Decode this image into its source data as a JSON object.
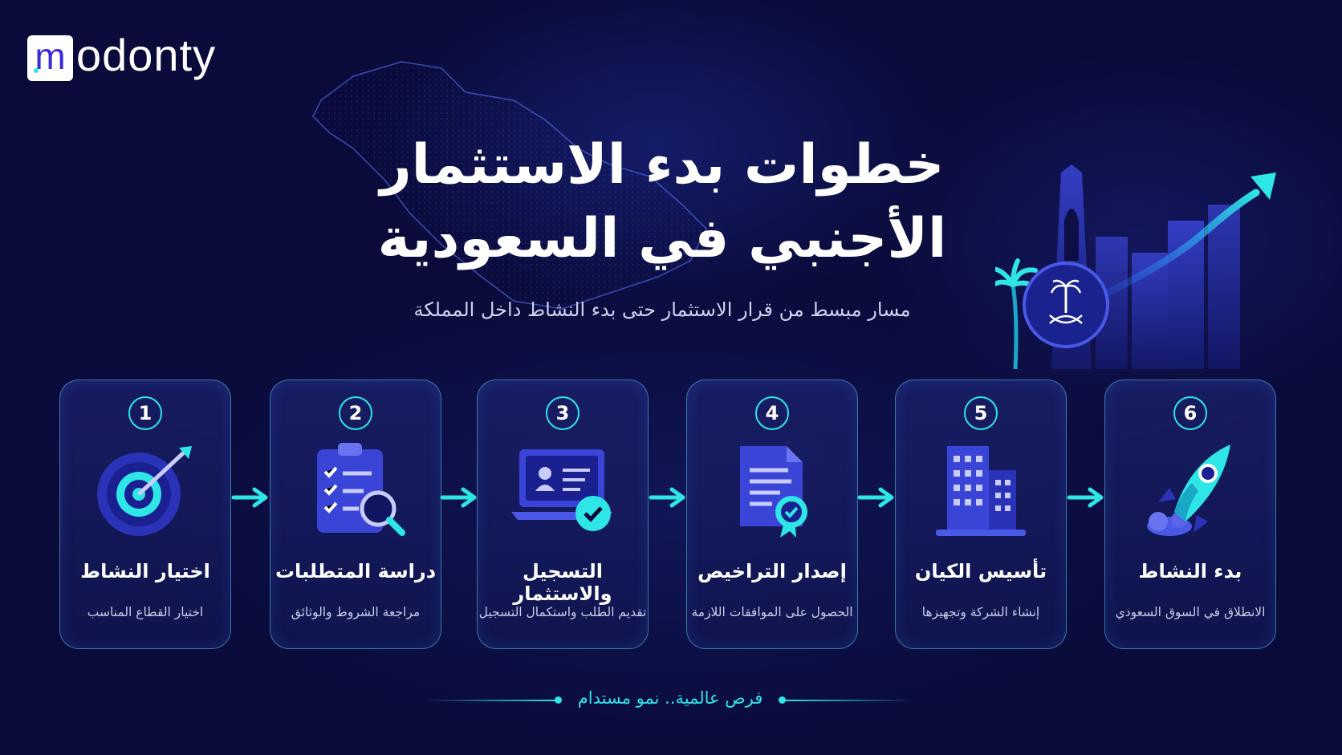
{
  "brand": {
    "logo_text": "modonty"
  },
  "header": {
    "title_line1": "خطوات بدء الاستثمار",
    "title_line2": "الأجنبي في السعودية",
    "subtitle": "مسار مبسط من قرار الاستثمار حتى بدء النشاط داخل المملكة"
  },
  "steps": [
    {
      "number": "1",
      "title": "اختيار النشاط",
      "description": "اختيار القطاع المناسب",
      "icon": "target-icon"
    },
    {
      "number": "2",
      "title": "دراسة المتطلبات",
      "description": "مراجعة الشروط والوثائق",
      "icon": "checklist-icon"
    },
    {
      "number": "3",
      "title": "التسجيل والاستثمار",
      "description": "تقديم الطلب واستكمال التسجيل",
      "icon": "laptop-registration-icon"
    },
    {
      "number": "4",
      "title": "إصدار التراخيص",
      "description": "الحصول على الموافقات اللازمة",
      "icon": "license-certificate-icon"
    },
    {
      "number": "5",
      "title": "تأسيس الكيان",
      "description": "إنشاء الشركة وتجهيزها",
      "icon": "office-building-icon"
    },
    {
      "number": "6",
      "title": "بدء النشاط",
      "description": "الانطلاق في السوق السعودي",
      "icon": "rocket-icon"
    }
  ],
  "footer": {
    "tagline": "فرص عالمية.. نمو مستدام"
  },
  "colors": {
    "background": "#0a0b3a",
    "accent": "#2ee6e6",
    "card_border": "#5ac8e6",
    "brand": "#3b2bd6"
  }
}
